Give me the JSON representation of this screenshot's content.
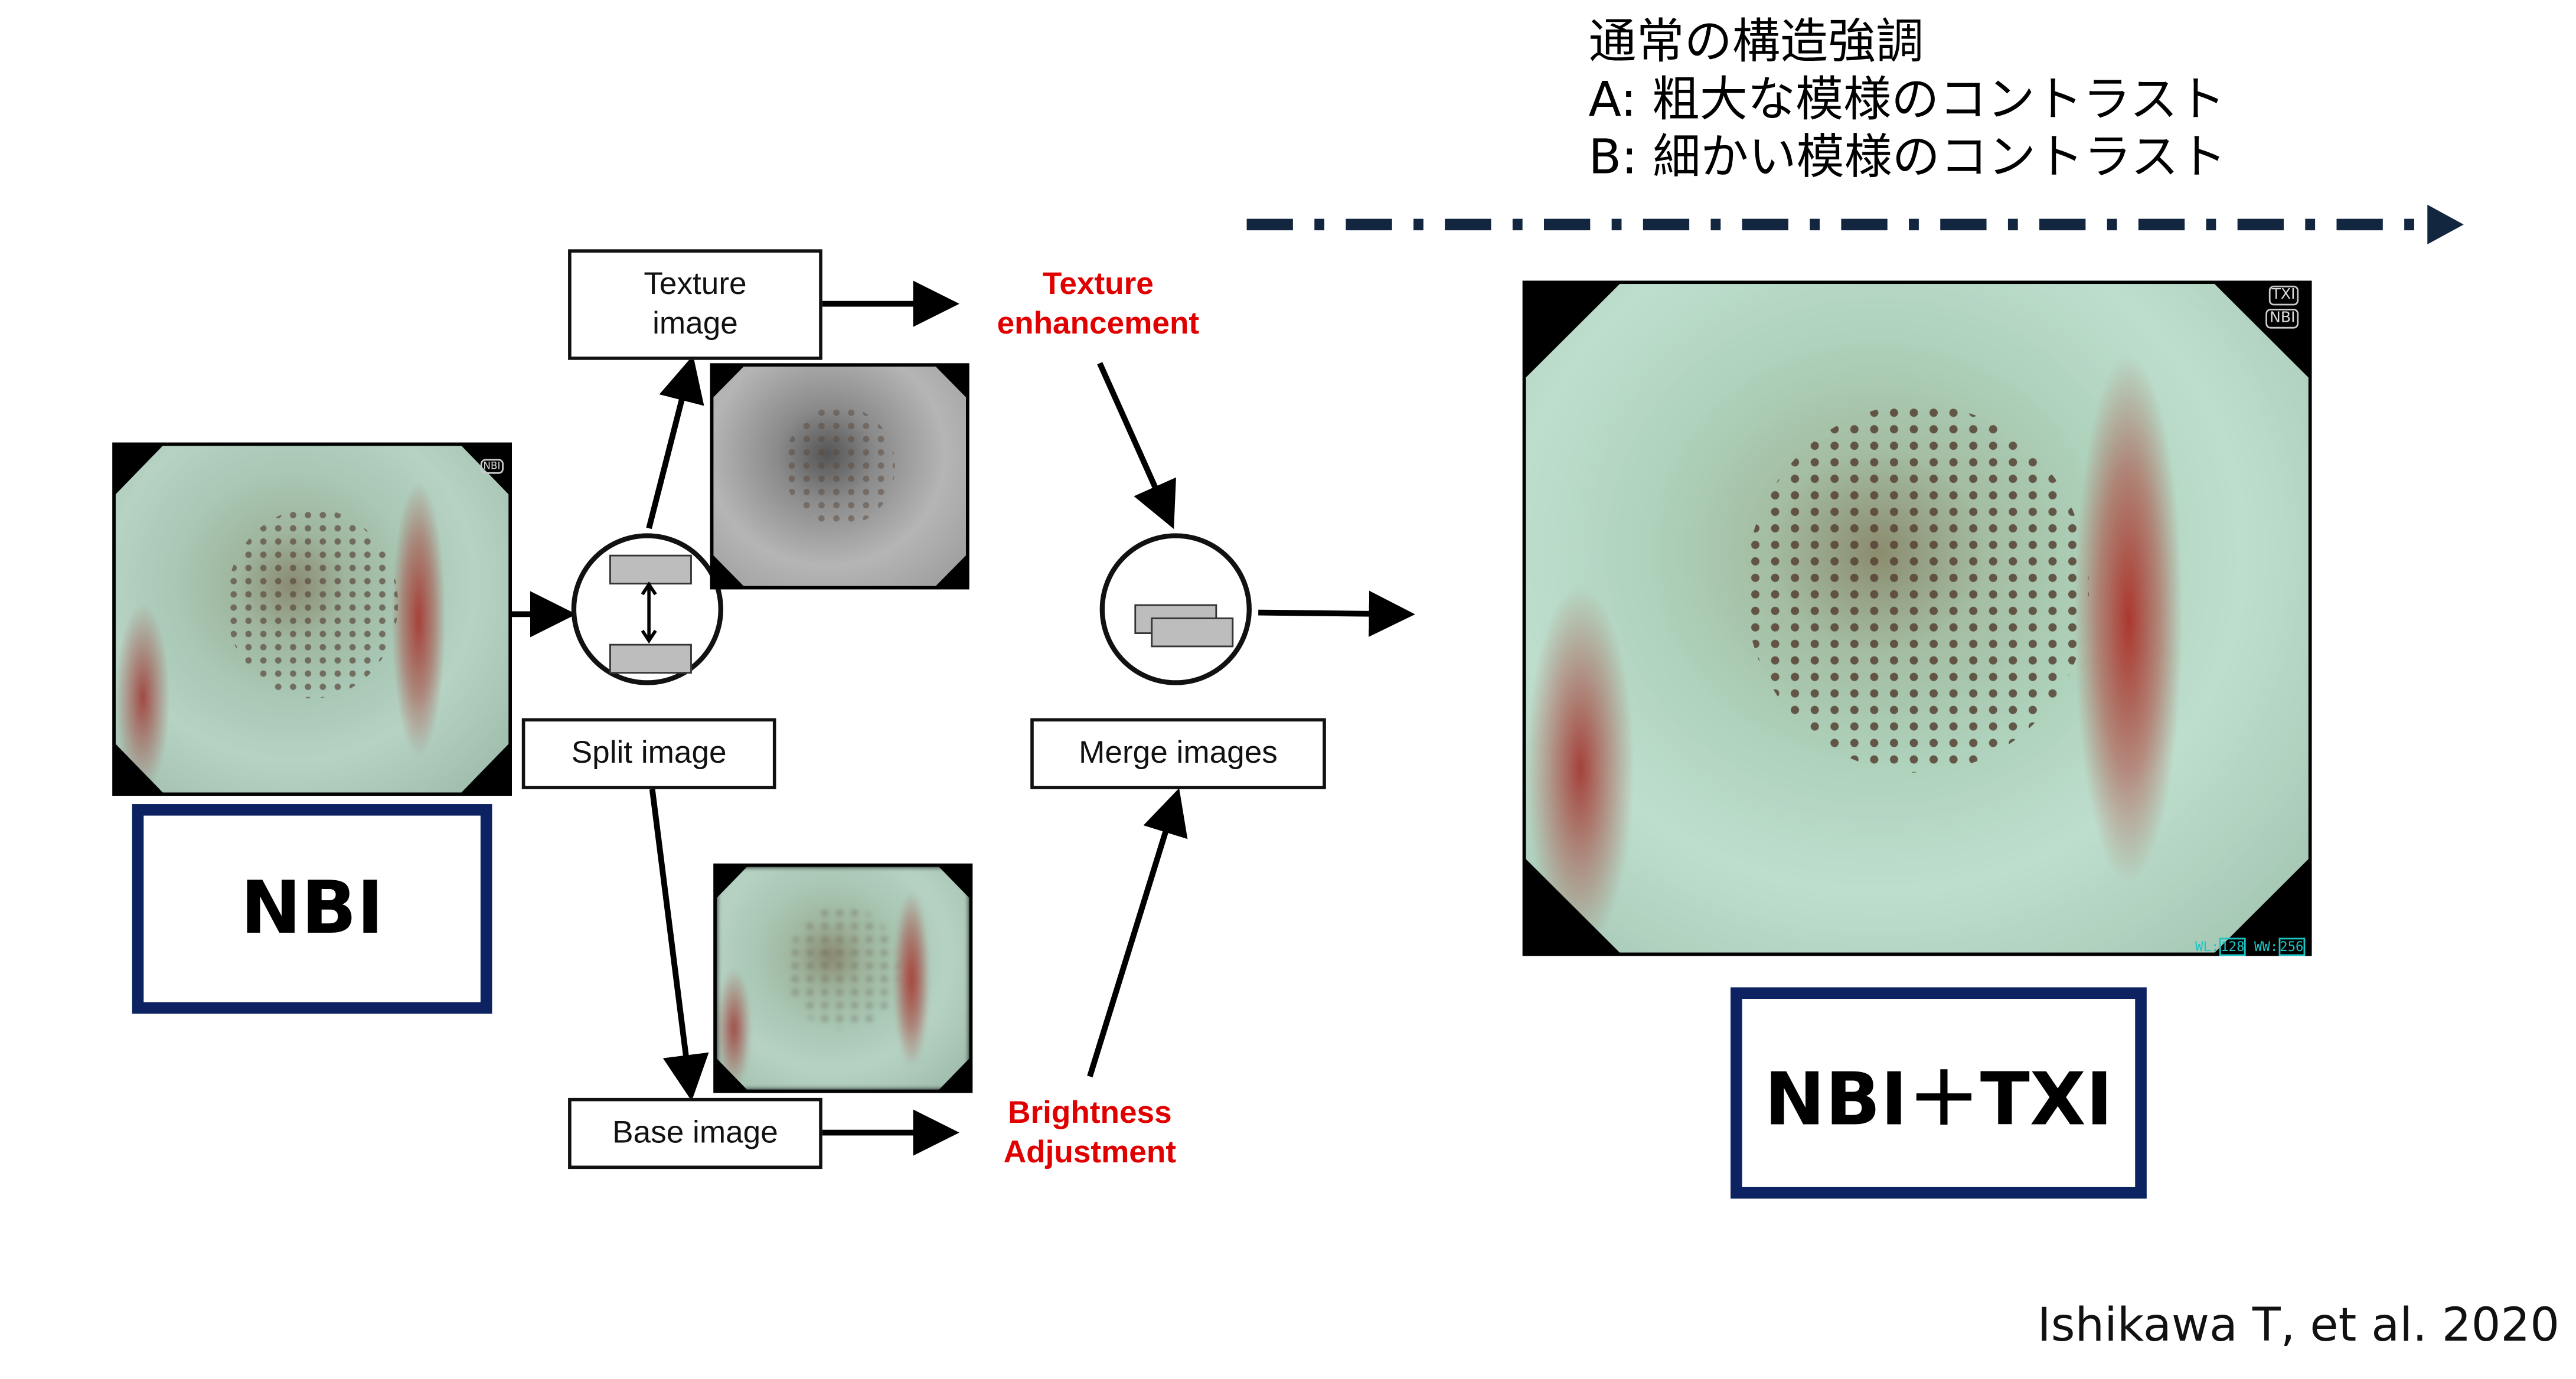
{
  "title_lines": [
    "通常の構造強調",
    "A: 粗大な模様のコントラスト",
    "B: 細かい模様のコントラスト"
  ],
  "boxes": {
    "texture_image": "Texture\nimage",
    "split_image": "Split image",
    "base_image": "Base image",
    "merge_images": "Merge images"
  },
  "processes": {
    "texture_enhancement": "Texture\nenhancement",
    "brightness_adjustment": "Brightness\nAdjustment"
  },
  "labels": {
    "nbi": "NBI",
    "nbi_txi": "NBI＋TXI"
  },
  "image_overlays": {
    "txi_badge": "TXI",
    "nbi_badge": "NBI",
    "wl": "WL:",
    "wl_value": "128",
    "ww": "WW:",
    "ww_value": "256"
  },
  "citation": "Ishikawa T, et al. 2020",
  "colors": {
    "navy": "#0d2260",
    "arrow": "#13263f",
    "red": "#e00000"
  }
}
